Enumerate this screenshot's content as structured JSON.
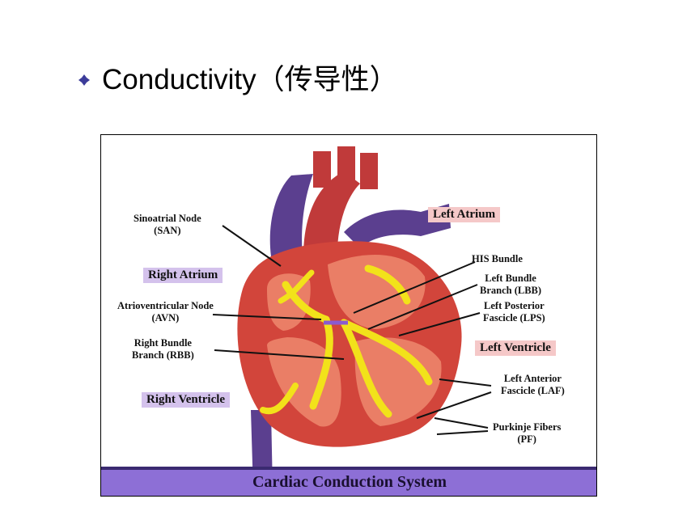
{
  "slide": {
    "title": "Conductivity（传导性）",
    "bullet_icon": "diamond-bullet-icon"
  },
  "figure": {
    "caption": "Cardiac Conduction System",
    "labels": {
      "san": "Sinoatrial Node\n(SAN)",
      "avn": "Atrioventricular Node\n(AVN)",
      "rbb": "Right Bundle\nBranch (RBB)",
      "his": "HIS Bundle",
      "lbb": "Left Bundle\nBranch (LBB)",
      "lps": "Left Posterior\nFascicle (LPS)",
      "laf": "Left Anterior\nFascicle (LAF)",
      "pf": "Purkinje Fibers\n(PF)"
    },
    "region_labels": {
      "left_atrium": "Left Atrium",
      "right_atrium": "Right Atrium",
      "left_ventricle": "Left Ventricle",
      "right_ventricle": "Right Ventricle"
    },
    "colors": {
      "muscle": "#d2453b",
      "muscle_light": "#ea7e66",
      "vessel_blue": "#5b3f8f",
      "conduction": "#f2e21a",
      "pink_box": "#f5c8c8",
      "purple_box": "#d4c2ec",
      "caption_band": "#8d6fd6"
    }
  }
}
